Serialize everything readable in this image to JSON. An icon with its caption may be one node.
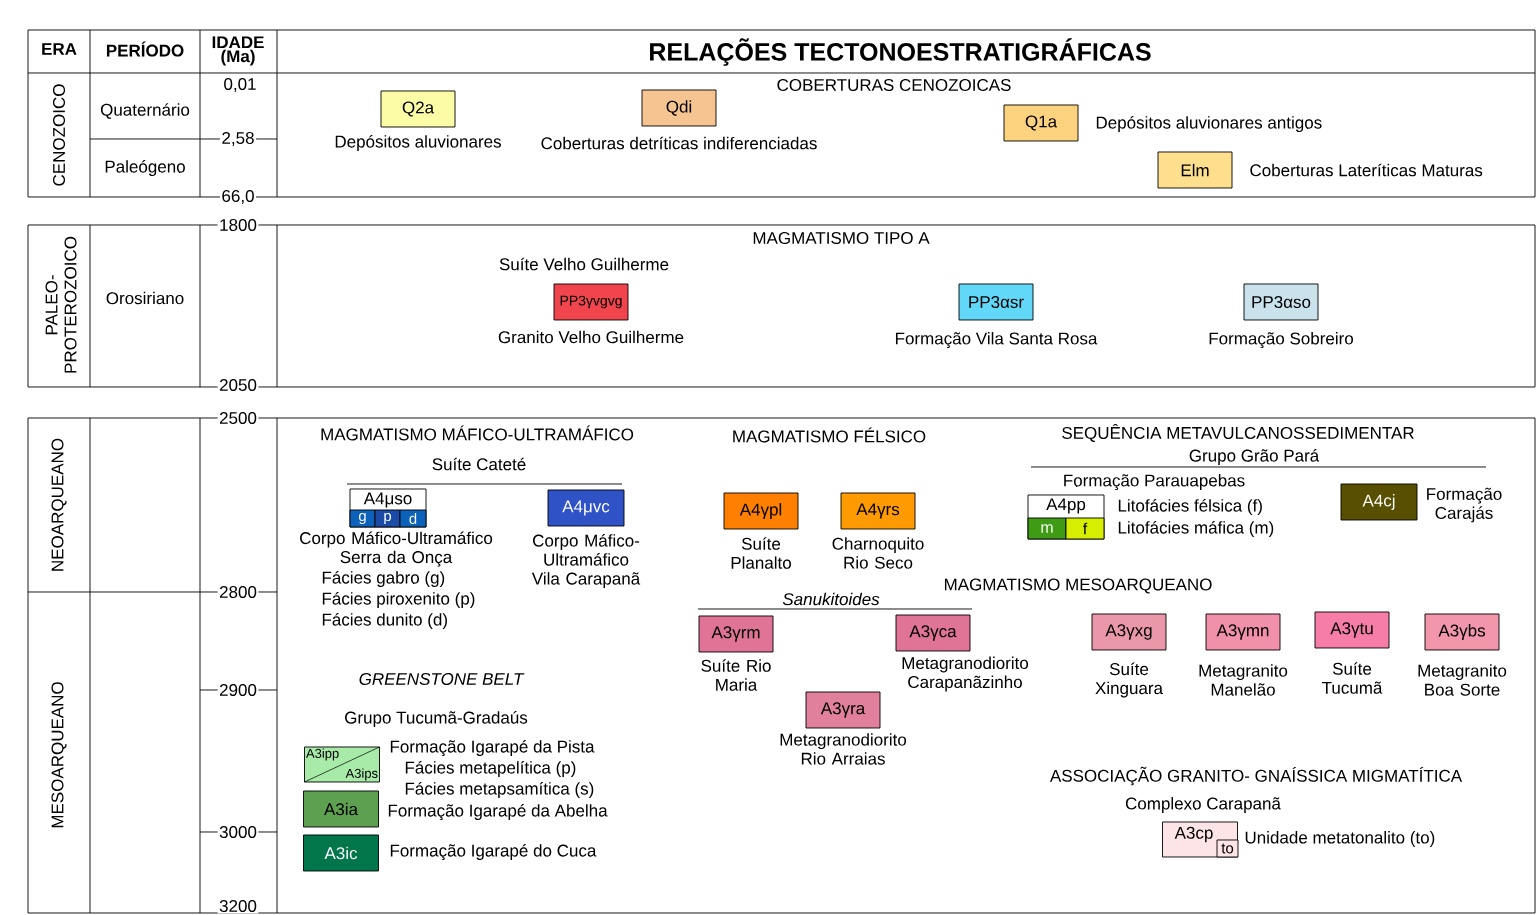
{
  "diagram": {
    "title": "RELAÇÕES TECTONOESTRATIGRÁFICAS",
    "nodes": [
      {
        "text": [
          "Q2a"
        ],
        "beside": [
          "Depósitos aluvionares"
        ]
      },
      {
        "text": [
          "Qdi"
        ],
        "beside": [
          "Coberturas detríticas indiferenciadas"
        ]
      },
      {
        "text": [
          "Q1a"
        ],
        "beside": [
          "Depósitos aluvionares antigos"
        ]
      },
      {
        "text": [
          "Elm"
        ],
        "beside": [
          "Coberturas Lateríticas Maturas"
        ]
      },
      {
        "text": [
          "PP3γvgvg"
        ],
        "beside": [
          "Suíte Velho Guilherme",
          "Granito Velho Guilherme"
        ]
      },
      {
        "text": [
          "PP3αsr"
        ],
        "beside": [
          "Formação Vila Santa Rosa"
        ]
      },
      {
        "text": [
          "PP3αso"
        ],
        "beside": [
          "Formação Sobreiro"
        ]
      },
      {
        "text": [
          "A4μso"
        ],
        "beside": [
          "Corpo Máfico-Ultramáfico Serra da Onça",
          "Fácies gabro (g)",
          "Fácies piroxenito (p)",
          "Fácies dunito (d)"
        ]
      },
      {
        "text": [
          "g"
        ],
        "in": 7
      },
      {
        "text": [
          "p"
        ],
        "in": 7
      },
      {
        "text": [
          "d"
        ],
        "in": 7
      },
      {
        "text": [
          "A4μvc"
        ],
        "beside": [
          "Corpo Máfico- Ultramáfico Vila Carapanã"
        ]
      },
      {
        "text": [
          "A4γpl"
        ],
        "beside": [
          "Suíte Planalto"
        ]
      },
      {
        "text": [
          "A4γrs"
        ],
        "beside": [
          "Charnoquito Rio Seco"
        ]
      },
      {
        "text": [
          "A4pp"
        ],
        "beside": [
          "Litofácies félsica (f)",
          "Litofácies máfica (m)"
        ]
      },
      {
        "text": [
          "m"
        ],
        "in": 14
      },
      {
        "text": [
          "f"
        ],
        "in": 14
      },
      {
        "text": [
          "A4cj"
        ],
        "beside": [
          "Formação Carajás"
        ]
      },
      {
        "text": [
          "A3γrm"
        ],
        "beside": [
          "Suíte Rio Maria"
        ]
      },
      {
        "text": [
          "A3γca"
        ],
        "beside": [
          "Metagranodiorito Carapanãzinho"
        ]
      },
      {
        "text": [
          "A3γra"
        ],
        "beside": [
          "Metagranodiorito Rio Arraias"
        ]
      },
      {
        "text": [
          "A3γxg"
        ],
        "beside": [
          "Suíte Xinguara"
        ]
      },
      {
        "text": [
          "A3γmn"
        ],
        "beside": [
          "Metagranito Manelão"
        ]
      },
      {
        "text": [
          "A3γtu"
        ],
        "beside": [
          "Suíte Tucumã"
        ]
      },
      {
        "text": [
          "A3γbs"
        ],
        "beside": [
          "Metagranito Boa Sorte"
        ]
      },
      {
        "text": [
          "A3ipp",
          "A3ips"
        ],
        "beside": [
          "Formação Igarapé da Pista",
          "Fácies metapelítica (p)",
          "Fácies metapsamítica (s)"
        ]
      },
      {
        "text": [
          "A3ia"
        ],
        "beside": [
          "Formação Igarapé da Abelha"
        ]
      },
      {
        "text": [
          "A3ic"
        ],
        "beside": [
          "Formação Igarapé do Cuca"
        ]
      },
      {
        "text": [
          "A3cp"
        ],
        "beside": [
          "Unidade metatonalito (to)"
        ]
      },
      {
        "text": [
          "to"
        ],
        "in": 28
      }
    ],
    "labels": [
      "ERA",
      "PERÍODO",
      "IDADE (Ma)",
      "CENOZOICO",
      "Quaternário",
      "Paleógeno",
      "0,01",
      "2,58",
      "66,0",
      "PALEO- PROTEROZOICO",
      "Orosiriano",
      "1800",
      "2050",
      "NEOARQUEANO",
      "MESOARQUEANO",
      "2500",
      "2800",
      "2900",
      "3000",
      "3200",
      "COBERTURAS CENOZOICAS",
      "MAGMATISMO TIPO A",
      "MAGMATISMO MÁFICO-ULTRAMÁFICO",
      "Suíte Cateté",
      "MAGMATISMO FÉLSICO",
      "SEQUÊNCIA METAVULCANOSSEDIMENTAR",
      "Grupo Grão Pará",
      "Formação Parauapebas",
      "MAGMATISMO MESOARQUEANO",
      "Sanukitoides",
      "GREENSTONE BELT",
      "Grupo Tucumã-Gradaús",
      "ASSOCIAÇÃO GRANITO- GNAÍSSICA MIGMATÍTICA",
      "Complexo Carapanã"
    ]
  }
}
